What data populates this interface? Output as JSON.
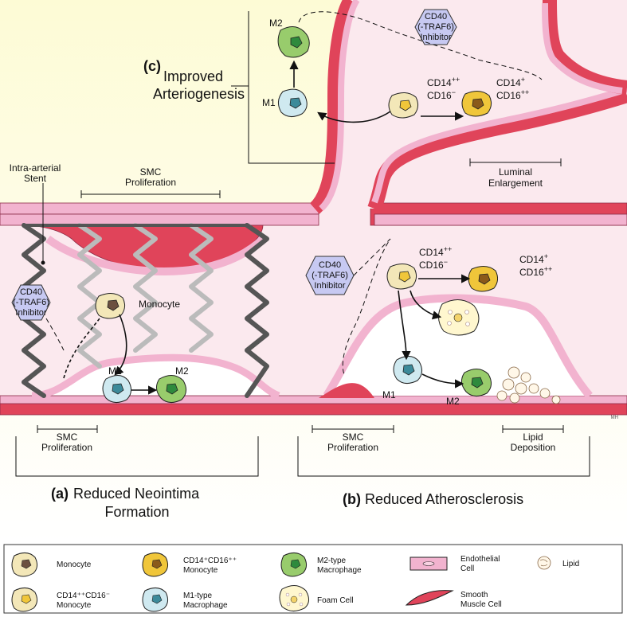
{
  "panels": {
    "a": {
      "letter": "(a)",
      "title_line1": "Reduced Neointima",
      "title_line2": "Formation"
    },
    "b": {
      "letter": "(b)",
      "title": "Reduced Atherosclerosis"
    },
    "c": {
      "letter": "(c)",
      "title_line1": "Improved",
      "title_line2": "Arteriogenesis"
    }
  },
  "labels": {
    "stent_line1": "Intra-arterial",
    "stent_line2": "Stent",
    "smc1": "SMC",
    "smc2": "Proliferation",
    "luminal1": "Luminal",
    "luminal2": "Enlargement",
    "lipid1": "Lipid",
    "lipid2": "Deposition",
    "monocyte": "Monocyte",
    "m1": "M1",
    "m2": "M2",
    "cd14pp": "CD14",
    "cd14p": "CD14",
    "cd16": "CD16",
    "sup_pp": "++",
    "sup_p": "+",
    "sup_m": "−",
    "signature": "MH"
  },
  "inhibitor": {
    "line1": "CD40",
    "line2": "(-TRAF6)",
    "line3": "Inhibitor"
  },
  "legend": [
    {
      "icon": "monocyte",
      "line1": "Monocyte",
      "line2": ""
    },
    {
      "icon": "cd14-cd16-monocyte",
      "line1": "CD14⁺CD16⁺⁺",
      "line2": "Monocyte"
    },
    {
      "icon": "m2-macrophage",
      "line1": "M2-type",
      "line2": "Macrophage"
    },
    {
      "icon": "endothelial-cell",
      "line1": "Endothelial",
      "line2": "Cell"
    },
    {
      "icon": "lipid",
      "line1": "Lipid",
      "line2": ""
    },
    {
      "icon": "classical-monocyte",
      "line1": "CD14⁺⁺CD16⁻",
      "line2": "Monocyte"
    },
    {
      "icon": "m1-macrophage",
      "line1": "M1-type",
      "line2": "Macrophage"
    },
    {
      "icon": "foam-cell",
      "line1": "Foam Cell",
      "line2": ""
    },
    {
      "icon": "smooth-muscle-cell",
      "line1": "Smooth",
      "line2": "Muscle Cell"
    }
  ],
  "colors": {
    "vessel_wall": "#e0445a",
    "endothelium": "#f2b3cf",
    "lumen": "#fbe9ee",
    "background": "#fdfbd9",
    "inhibitor": "#c7c9f2",
    "monocyte": "#f3e7b8",
    "cd14_monocyte": "#f0c63a",
    "m1": "#cfe9f0",
    "m2": "#98cc6c",
    "plaque": "#ffffff"
  }
}
